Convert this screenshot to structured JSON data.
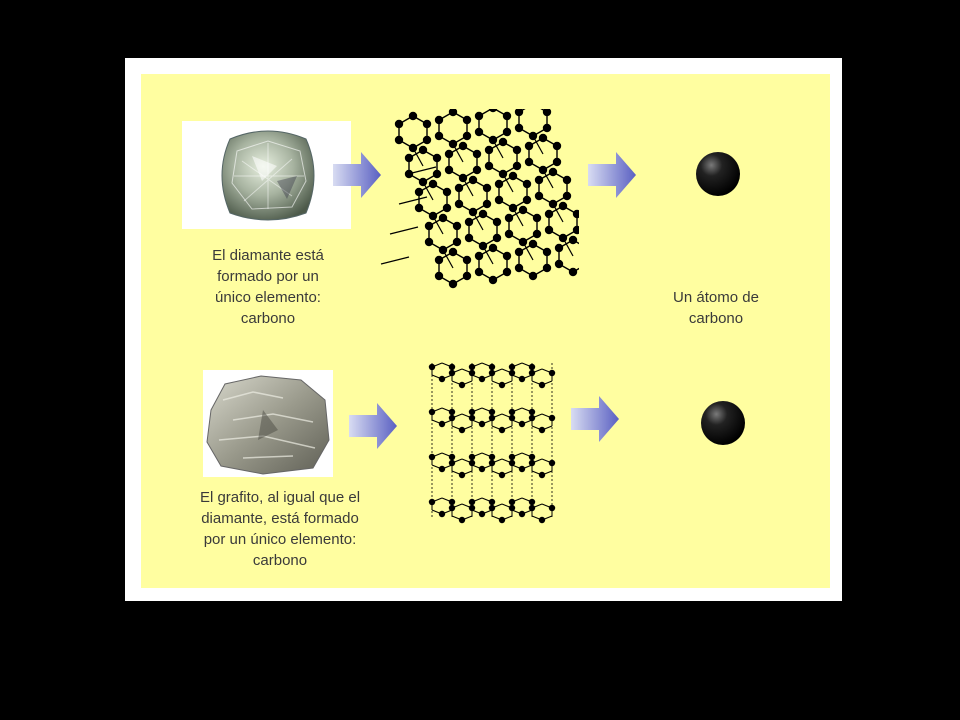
{
  "diamond": {
    "caption": "El diamante está\nformado por un\núnico elemento:\ncarbono"
  },
  "graphite": {
    "caption": "El grafito, al igual que el\ndiamante, está formado\npor un único elemento:\ncarbono"
  },
  "atom": {
    "caption": "Un átomo de\ncarbono"
  },
  "colors": {
    "panel": "#fffea0",
    "arrow": "#6b70c9",
    "atom": "#111111"
  }
}
